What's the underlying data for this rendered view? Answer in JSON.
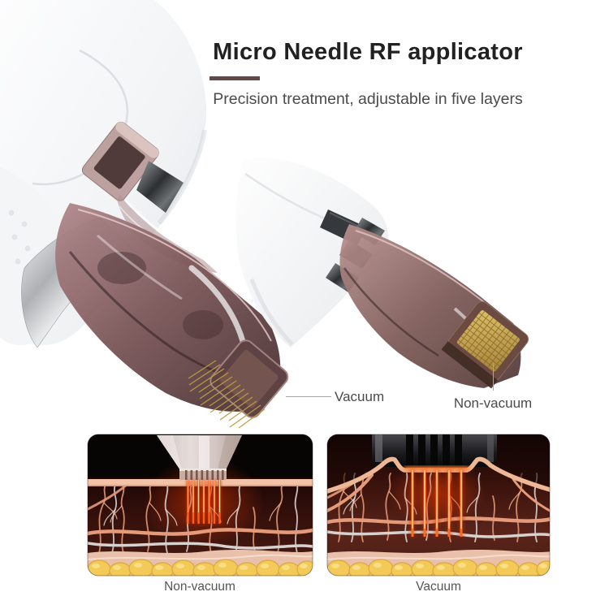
{
  "header": {
    "title": "Micro Needle RF applicator",
    "subtitle": "Precision treatment, adjustable in five layers",
    "divider_color": "#5e4b48"
  },
  "product": {
    "callout_vacuum": "Vacuum",
    "callout_non_vacuum": "Non-vacuum"
  },
  "diagrams": {
    "left": {
      "label": "Non-vacuum"
    },
    "right": {
      "label": "Vacuum"
    }
  },
  "colors": {
    "title_text": "#212121",
    "body_text": "#4b4b4b",
    "callout_line": "#a6a6a6",
    "handle_white": "#f2f4f6",
    "cartridge_mauve": "#7c5759",
    "needle_gold": "#bf9c3e",
    "glow_red": "#ff5c1c",
    "epidermis": "#f3c3a7",
    "dermis_dark": "#3a120d",
    "fat_yellow": "#f3c958",
    "vessel_salmon": "#e59b79",
    "vessel_pale": "#d6d0cc"
  }
}
